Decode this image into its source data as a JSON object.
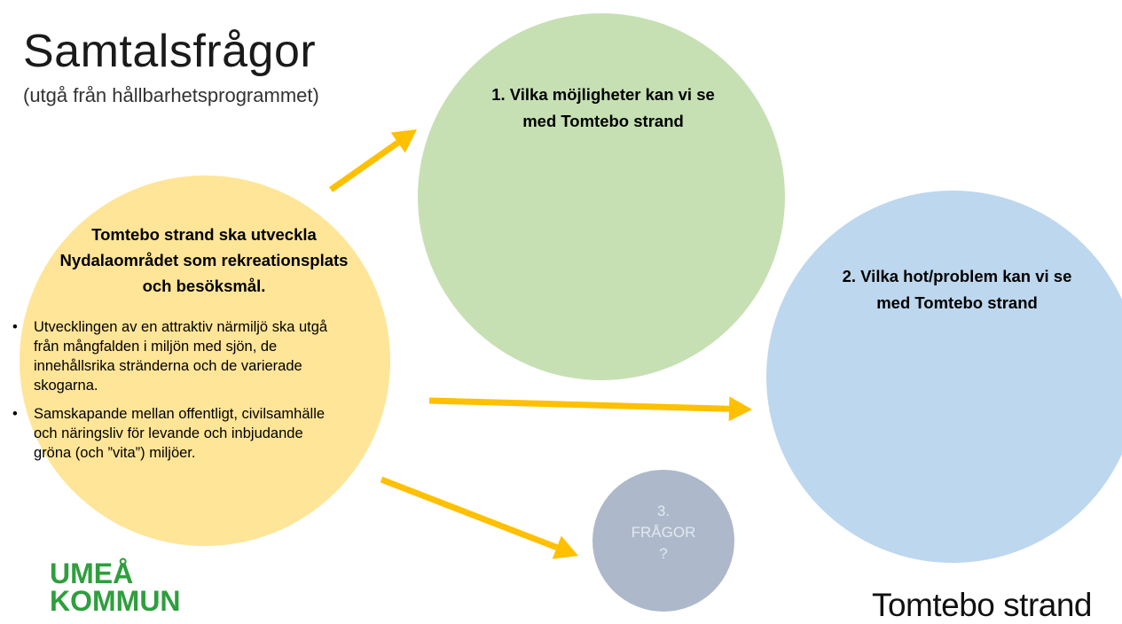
{
  "title": "Samtalsfrågor",
  "subtitle": "(utgå från hållbarhetsprogrammet)",
  "center": {
    "heading_lines": [
      "Tomtebo strand ska utveckla",
      "Nydalaområdet som rekreationsplats",
      "och besöksmål."
    ],
    "bullet_char": "•",
    "bullets": [
      {
        "lines": [
          "Utvecklingen av en attraktiv närmiljö ska utgå",
          "från mångfalden i miljön med sjön, de",
          "innehållsrika stränderna och de varierade",
          "skogarna."
        ]
      },
      {
        "lines": [
          "Samskapande mellan offentligt, civilsamhälle",
          "och näringsliv för levande och inbjudande",
          "gröna (och ”vita”) miljöer."
        ]
      }
    ]
  },
  "questions": {
    "q1_lines": [
      "1. Vilka möjligheter kan vi se",
      "med Tomtebo strand"
    ],
    "q2_lines": [
      "2. Vilka hot/problem kan vi se",
      "med Tomtebo strand"
    ],
    "q3_lines": [
      "3.",
      "FRÅGOR",
      "?"
    ]
  },
  "logos": {
    "umea_line1": "UMEÅ",
    "umea_line2": "KOMMUN",
    "tomtebo": "Tomtebo strand"
  },
  "colors": {
    "yellow_circle": "#ffe598",
    "green_circle": "#c6e0b4",
    "blue_circle": "#bdd7ee",
    "grey_circle": "#adb9ca",
    "arrow": "#ffc000",
    "umea_green": "#2f9e3e"
  },
  "icons": {
    "arrow": "arrow-right-icon"
  }
}
